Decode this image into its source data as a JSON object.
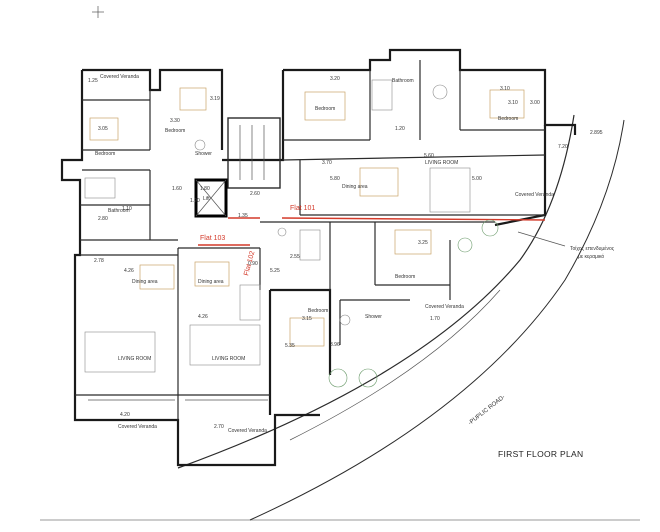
{
  "title": "FIRST FLOOR PLAN",
  "road_label": "-PUPLIC ROAD-",
  "note_lines": [
    "Τοίχος επενδυμένος",
    "με κεραμικό"
  ],
  "flats": [
    {
      "id": "flat-101",
      "label": "Flat 101"
    },
    {
      "id": "flat-102",
      "label": "Flat 102"
    },
    {
      "id": "flat-103",
      "label": "Flat 103"
    }
  ],
  "rooms": {
    "covered_veranda_nw": "Covered Veranda",
    "bedroom_nw": "Bedroom",
    "bedroom_nw2": "Bedroom",
    "bathroom_w": "Bathroom",
    "shower_w": "Shower",
    "bedroom_n": "Bedroom",
    "bathroom_n": "Bathroom",
    "bedroom_ne": "Bedroom",
    "dining_area_101": "Dining area",
    "living_room_101": "LIVING ROOM",
    "covered_veranda_e": "Covered Veranda",
    "bedroom_102": "Bedroom",
    "bedroom_s": "Bedroom",
    "shower_s": "Shower",
    "covered_veranda_s": "Covered Veranda",
    "dining_area_103": "Dining area",
    "dining_area_102": "Dining area",
    "living_room_103": "LIVING ROOM",
    "living_room_102": "LIVING ROOM",
    "covered_veranda_sw": "Covered Veranda",
    "covered_veranda_sm": "Covered Veranda",
    "lift": "Lift"
  },
  "dims": {
    "d_320a": "3.20",
    "d_319": "3.19",
    "d_330": "3.30",
    "d_305": "3.05",
    "d_125": "1.25",
    "d_310a": "3.10",
    "d_310b": "3.10",
    "d_300": "3.00",
    "d_720": "7.20",
    "d_370": "3.70",
    "d_560": "5.60",
    "d_580": "5.80",
    "d_500": "5.00",
    "d_180": "1.80",
    "d_160": "1.60",
    "d_260": "2.60",
    "d_280": "2.80",
    "d_190": "1.90",
    "d_110": "1.10",
    "d_278": "2.78",
    "d_135": "1.35",
    "d_426": "4.26",
    "d_426b": "4.26",
    "d_325": "3.25",
    "d_255": "2.55",
    "d_315": "3.15",
    "d_396": "3.96",
    "d_535": "5.35",
    "d_420": "4.20",
    "d_270": "2.70",
    "d_525": "5.25",
    "d_090": "0.90",
    "d_2895": "2.895",
    "d_170": "1.70",
    "d_120": "1.20"
  }
}
